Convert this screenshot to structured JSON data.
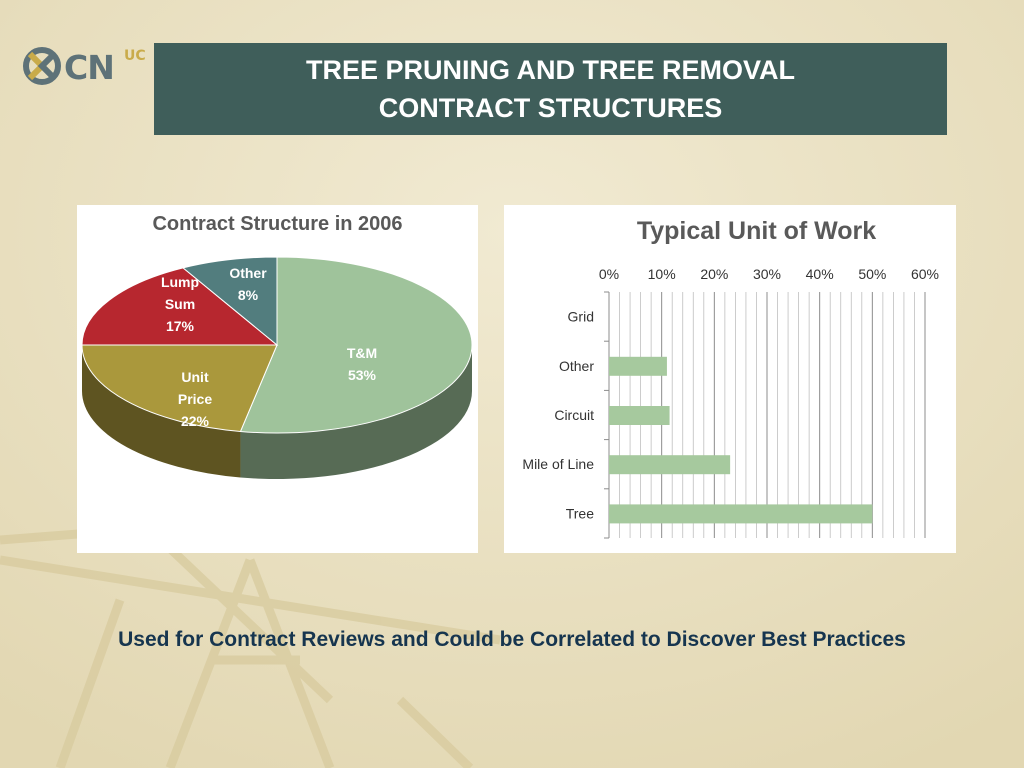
{
  "logo": {
    "text": "CN",
    "text2": "UC"
  },
  "header": {
    "title_line1": "TREE PRUNING AND TREE REMOVAL",
    "title_line2": "CONTRACT STRUCTURES"
  },
  "footer": {
    "text": "Used for Contract Reviews and Could be Correlated to Discover Best Practices"
  },
  "colors": {
    "banner": "#3f5e5a",
    "background": "#ece4c8",
    "tm": "#9fc39b",
    "unit_price": "#aa983c",
    "lump_sum": "#b7272f",
    "other": "#527d7e",
    "bar": "#a6c99e"
  },
  "chart_data": [
    {
      "type": "pie",
      "title": "Contract Structure in 2006",
      "slices": [
        {
          "label": "T&M",
          "value": 53,
          "display": "53%"
        },
        {
          "label": "Unit Price",
          "value": 22,
          "display": "22%"
        },
        {
          "label": "Lump Sum",
          "value": 17,
          "display": "17%"
        },
        {
          "label": "Other",
          "value": 8,
          "display": "8%"
        }
      ],
      "style": "3d",
      "legend": "none"
    },
    {
      "type": "bar",
      "orientation": "horizontal",
      "title": "Typical Unit of Work",
      "categories": [
        "Grid",
        "Other",
        "Circuit",
        "Mile of Line",
        "Tree"
      ],
      "values": [
        0,
        11,
        11.5,
        23,
        50
      ],
      "xlim": [
        0,
        60
      ],
      "xticks": [
        "0%",
        "10%",
        "20%",
        "30%",
        "40%",
        "50%",
        "60%"
      ],
      "grid": true,
      "axis_position": "top"
    }
  ]
}
